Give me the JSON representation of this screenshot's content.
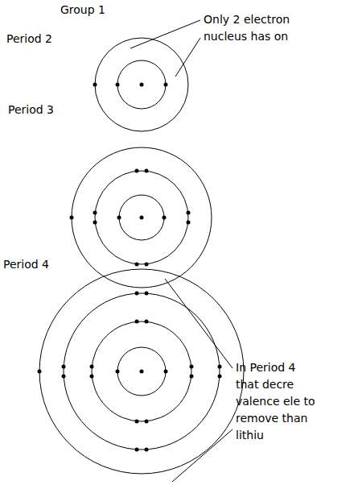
{
  "diagram": {
    "labels": [
      "Group 1",
      "Period 2",
      "Only 2 electron nucleus has on",
      "Period 3",
      "Period 4",
      "In Period 4 that decre valence ele to remove than lithiu"
    ]
  }
}
